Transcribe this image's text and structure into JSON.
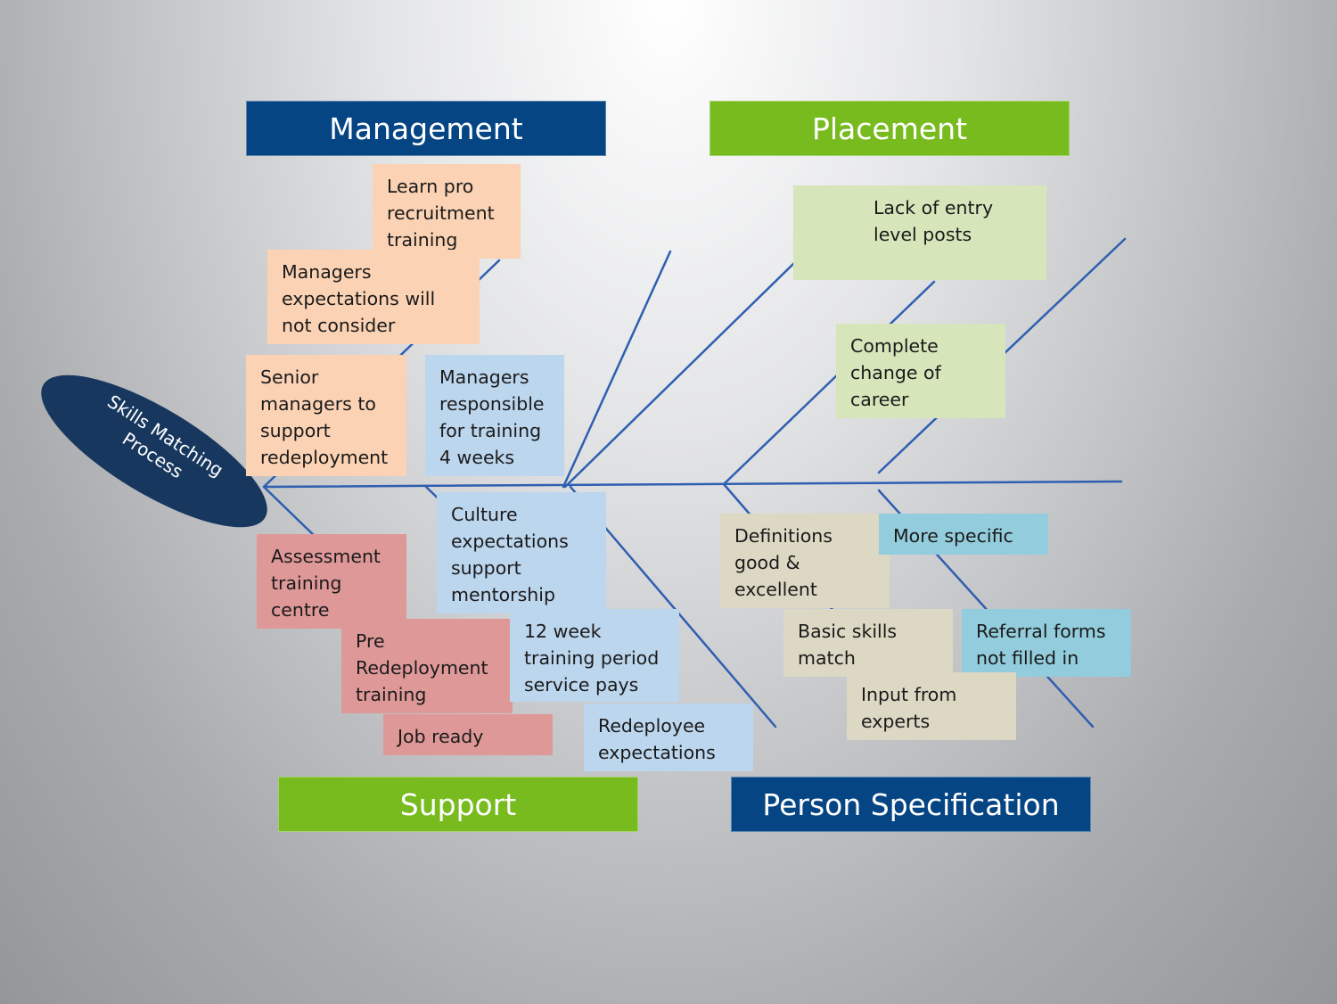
{
  "diagram": {
    "head": "Skills Matching\nProcess",
    "categories": {
      "management": "Management",
      "placement": "Placement",
      "support": "Support",
      "person_specification": "Person Specification"
    },
    "notes": {
      "learn_pro": "Learn pro\nrecruitment\ntraining",
      "managers_expectations": "Managers\nexpectations will\nnot consider",
      "senior_managers": "Senior\nmanagers to\nsupport\nredeployment",
      "managers_responsible": "Managers\nresponsible\nfor training\n4 weeks",
      "lack_entry": "Lack of entry\nlevel posts",
      "complete_change": "Complete\nchange of\ncareer",
      "assessment": "Assessment\ntraining\ncentre",
      "pre_redeployment": "Pre\nRedeployment\ntraining",
      "job_ready": "Job ready",
      "culture": "Culture\nexpectations\nsupport\nmentorship",
      "twelve_week": "12 week\ntraining period\nservice pays",
      "redeployee": "Redeployee\nexpectations",
      "definitions": "Definitions\ngood &\nexcellent",
      "more_specific": "More specific",
      "basic_skills": "Basic skills\nmatch",
      "referral": "Referral forms\nnot filled in",
      "input_experts": "Input from\nexperts"
    }
  }
}
